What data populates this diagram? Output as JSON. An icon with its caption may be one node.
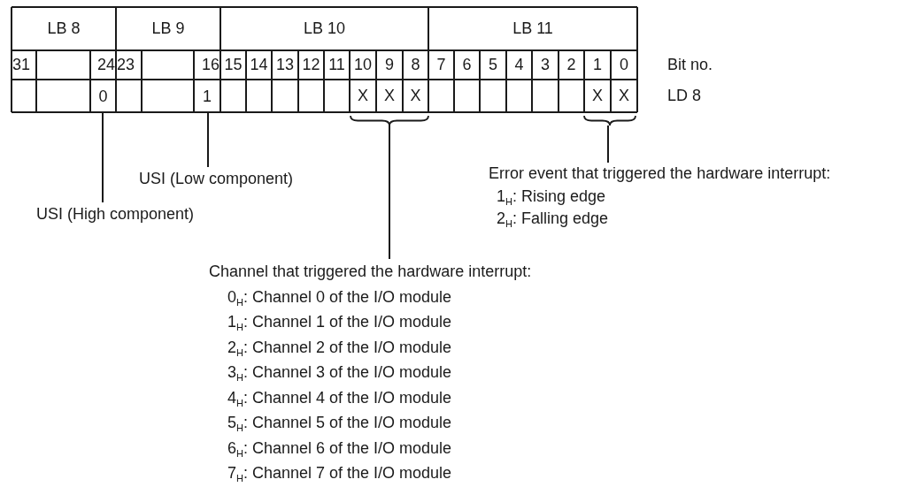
{
  "diagram": {
    "nodes": [
      {
        "text": [
          "0"
        ]
      },
      {
        "text": [
          "1"
        ]
      },
      {
        "text": [],
        "shape": "brace"
      },
      {
        "text": [],
        "shape": "brace"
      },
      {
        "text": [
          "USI (Low component)"
        ]
      },
      {
        "text": [
          "USI (High component)"
        ]
      },
      {
        "text": [
          "Error event that triggered the hardware interrupt:",
          "1$_{H}$: Rising edge",
          "2$_{H}$: Falling edge"
        ]
      },
      {
        "text": [
          "Channel that triggered the hardware interrupt:",
          "0$_{H}$: Channel 0 of the I/O module",
          "1$_{H}$: Channel 1 of the I/O module",
          "2$_{H}$: Channel 2 of the I/O module",
          "3$_{H}$: Channel 3 of the I/O module",
          "4$_{H}$: Channel 4 of the I/O module",
          "5$_{H}$: Channel 5 of the I/O module",
          "6$_{H}$: Channel 6 of the I/O module",
          "7$_{H}$: Channel 7 of the I/O module"
        ]
      }
    ],
    "edges": [
      {
        "from": 5,
        "to": 0,
        "arrow": "none"
      },
      {
        "from": 4,
        "to": 1,
        "arrow": "none"
      },
      {
        "from": 7,
        "to": 2,
        "arrow": "none"
      },
      {
        "from": 6,
        "to": 3,
        "arrow": "none"
      }
    ],
    "labels": [
      "LB 8",
      "LB 9",
      "LB 10",
      "LB 11",
      "31",
      "24",
      "23",
      "16",
      "15",
      "14",
      "13",
      "12",
      "11",
      "10",
      "9",
      "8",
      "7",
      "6",
      "5",
      "4",
      "3",
      "2",
      "1",
      "0",
      "Bit no.",
      "X",
      "X",
      "X",
      "X",
      "X",
      "LD 8"
    ]
  }
}
